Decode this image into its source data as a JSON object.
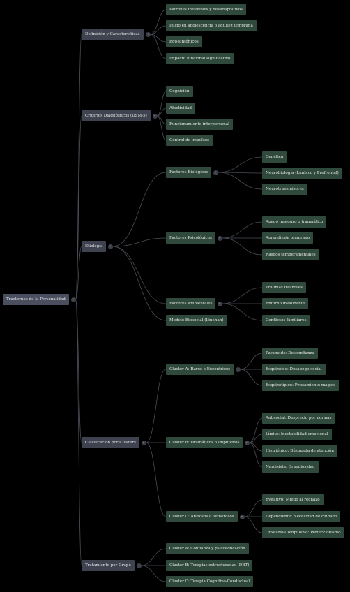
{
  "colors": {
    "background": "#000000",
    "root": "#4a4f5f",
    "category": "#3e434f",
    "leaf": "#2f4a3c",
    "edge": "#4a4e57"
  },
  "toggle_icon": "chevron-left-icon",
  "toggle_glyph": "‹",
  "root": {
    "label": "Trastornos de la Personalidad"
  },
  "branches": [
    {
      "label": "Definición y Características",
      "children": [
        {
          "label": "Patrones inflexibles y desadaptativos"
        },
        {
          "label": "Inicio en adolescencia o adultez temprana"
        },
        {
          "label": "Ego-sintónicos"
        },
        {
          "label": "Impacto funcional significativo"
        }
      ]
    },
    {
      "label": "Criterios Diagnósticos (DSM-5)",
      "children": [
        {
          "label": "Cognición"
        },
        {
          "label": "Afectividad"
        },
        {
          "label": "Funcionamiento interpersonal"
        },
        {
          "label": "Control de impulsos"
        }
      ]
    },
    {
      "label": "Etiología",
      "children": [
        {
          "label": "Factores Biológicos",
          "children": [
            {
              "label": "Genética"
            },
            {
              "label": "Neurobiología (Límbico y Prefrontal)"
            },
            {
              "label": "Neurotransmisores"
            }
          ]
        },
        {
          "label": "Factores Psicológicos",
          "children": [
            {
              "label": "Apego inseguro o traumático"
            },
            {
              "label": "Aprendizaje temprano"
            },
            {
              "label": "Rasgos temperamentales"
            }
          ]
        },
        {
          "label": "Factores Ambientales",
          "children": [
            {
              "label": "Traumas infantiles"
            },
            {
              "label": "Entorno invalidante"
            },
            {
              "label": "Conflictos familiares"
            }
          ]
        },
        {
          "label": "Modelo Biosocial (Linehan)"
        }
      ]
    },
    {
      "label": "Clasificación por Clusters",
      "children": [
        {
          "label": "Cluster A: Raros o Excéntricos",
          "children": [
            {
              "label": "Paranoide: Desconfianza"
            },
            {
              "label": "Esquizoide: Desapego social"
            },
            {
              "label": "Esquizotípico: Pensamiento mágico"
            }
          ]
        },
        {
          "label": "Cluster B: Dramáticos o Impulsivos",
          "children": [
            {
              "label": "Antisocial: Desprecio por normas"
            },
            {
              "label": "Límite: Inestabilidad emocional"
            },
            {
              "label": "Histriónico: Búsqueda de atención"
            },
            {
              "label": "Narcisista: Grandiosidad"
            }
          ]
        },
        {
          "label": "Cluster C: Ansiosos o Temerosos",
          "children": [
            {
              "label": "Evitativo: Miedo al rechazo"
            },
            {
              "label": "Dependiente: Necesidad de cuidado"
            },
            {
              "label": "Obsesivo-Compulsivo: Perfeccionismo"
            }
          ]
        }
      ]
    },
    {
      "label": "Tratamiento por Grupo",
      "children": [
        {
          "label": "Cluster A: Confianza y psicoeducación"
        },
        {
          "label": "Cluster B: Terapias estructuradas (DBT)"
        },
        {
          "label": "Cluster C: Terapia Cognitivo-Conductual"
        }
      ]
    }
  ]
}
